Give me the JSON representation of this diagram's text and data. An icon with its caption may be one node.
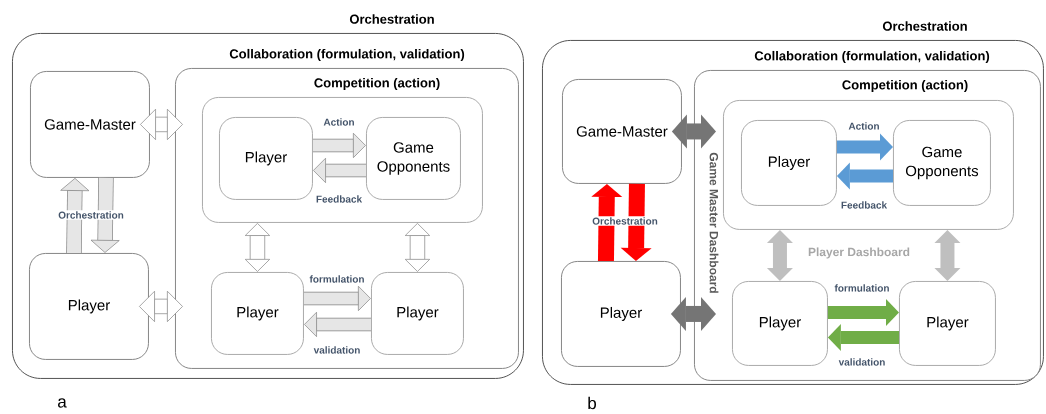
{
  "diagram": {
    "nodes": [
      {
        "text": [
          "Orchestration"
        ]
      },
      {
        "text": [
          "Collaboration (formulation, validation)"
        ],
        "in": 0
      },
      {
        "text": [
          "Competition (action)"
        ],
        "in": 1
      },
      {
        "text": [
          "Player"
        ],
        "in": 2
      },
      {
        "text": [
          "Game Opponents"
        ],
        "in": 2
      },
      {
        "text": [
          "Player"
        ],
        "in": 1
      },
      {
        "text": [
          "Player"
        ],
        "in": 1
      },
      {
        "text": [
          "Game-Master"
        ],
        "in": 0
      },
      {
        "text": [
          "Player"
        ],
        "in": 0
      },
      {
        "text": [
          "Orchestration"
        ]
      },
      {
        "text": [
          "Collaboration (formulation, validation)"
        ],
        "in": 9
      },
      {
        "text": [
          "Competition (action)"
        ],
        "in": 10
      },
      {
        "text": [
          "Player"
        ],
        "in": 11
      },
      {
        "text": [
          "Game Opponents"
        ],
        "in": 11
      },
      {
        "text": [
          "Player"
        ],
        "in": 10
      },
      {
        "text": [
          "Player"
        ],
        "in": 10
      },
      {
        "text": [
          "Game-Master"
        ],
        "in": 9
      },
      {
        "text": [
          "Player"
        ],
        "in": 9
      }
    ],
    "edges": [
      {
        "from": 7,
        "to": 1,
        "arrow": "both"
      },
      {
        "from": 8,
        "to": 1,
        "arrow": "both"
      },
      {
        "from": 2,
        "to": 5,
        "arrow": "both"
      },
      {
        "from": 2,
        "to": 6,
        "arrow": "both"
      },
      {
        "from": 3,
        "to": 4,
        "arrow": "to",
        "label": "Action"
      },
      {
        "from": 4,
        "to": 3,
        "arrow": "to",
        "label": "Feedback"
      },
      {
        "from": 5,
        "to": 6,
        "arrow": "to",
        "label": "formulation"
      },
      {
        "from": 6,
        "to": 5,
        "arrow": "to",
        "label": "validation"
      },
      {
        "from": 8,
        "to": 7,
        "arrow": "to",
        "label": "Orchestration"
      },
      {
        "from": 7,
        "to": 8,
        "arrow": "to"
      },
      {
        "from": 16,
        "to": 10,
        "arrow": "both",
        "color": "#757575"
      },
      {
        "from": 17,
        "to": 10,
        "arrow": "both",
        "color": "#757575"
      },
      {
        "from": 11,
        "to": 14,
        "arrow": "both",
        "color": "#bfbfbf"
      },
      {
        "from": 11,
        "to": 15,
        "arrow": "both",
        "color": "#bfbfbf"
      },
      {
        "from": 12,
        "to": 13,
        "arrow": "to",
        "label": "Action",
        "color": "#5b9bd5"
      },
      {
        "from": 13,
        "to": 12,
        "arrow": "to",
        "label": "Feedback",
        "color": "#5b9bd5"
      },
      {
        "from": 14,
        "to": 15,
        "arrow": "to",
        "label": "formulation",
        "color": "#70ad47"
      },
      {
        "from": 15,
        "to": 14,
        "arrow": "to",
        "label": "validation",
        "color": "#70ad47"
      },
      {
        "from": 17,
        "to": 16,
        "arrow": "to",
        "label": "Orchestration",
        "color": "#ff0000"
      },
      {
        "from": 16,
        "to": 17,
        "arrow": "to",
        "color": "#ff0000"
      }
    ],
    "labels": [
      "Game Master Dashboard",
      "Player Dashboard",
      "a",
      "b"
    ]
  }
}
